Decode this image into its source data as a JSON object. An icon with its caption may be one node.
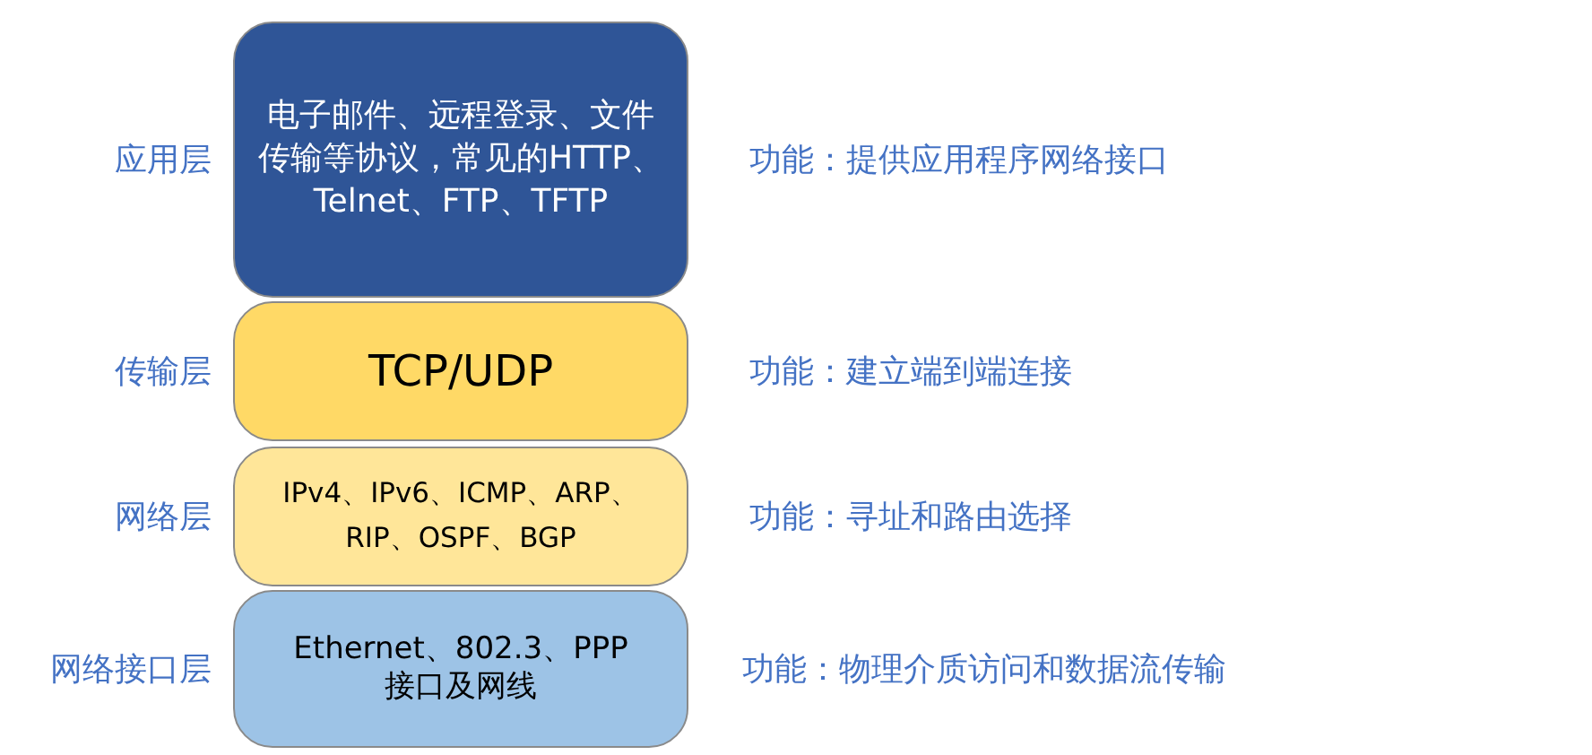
{
  "diagram": {
    "nodes": [
      {
        "text": [
          "电子邮件、远程登录、文件传输等协议，常见的HTTP、Telnet、FTP、TFTP"
        ],
        "beside": [
          "应用层",
          "功能：提供应用程序网络接口"
        ]
      },
      {
        "text": [
          "TCP/UDP"
        ],
        "beside": [
          "传输层",
          "功能：建立端到端连接"
        ]
      },
      {
        "text": [
          "IPv4、IPv6、ICMP、ARP、RIP、OSPF、BGP"
        ],
        "beside": [
          "网络层",
          "功能：寻址和路由选择"
        ]
      },
      {
        "text": [
          "Ethernet、802.3、PPP",
          "接口及网线"
        ],
        "beside": [
          "网络接口层",
          "功能：物理介质访问和数据流传输"
        ]
      }
    ]
  }
}
